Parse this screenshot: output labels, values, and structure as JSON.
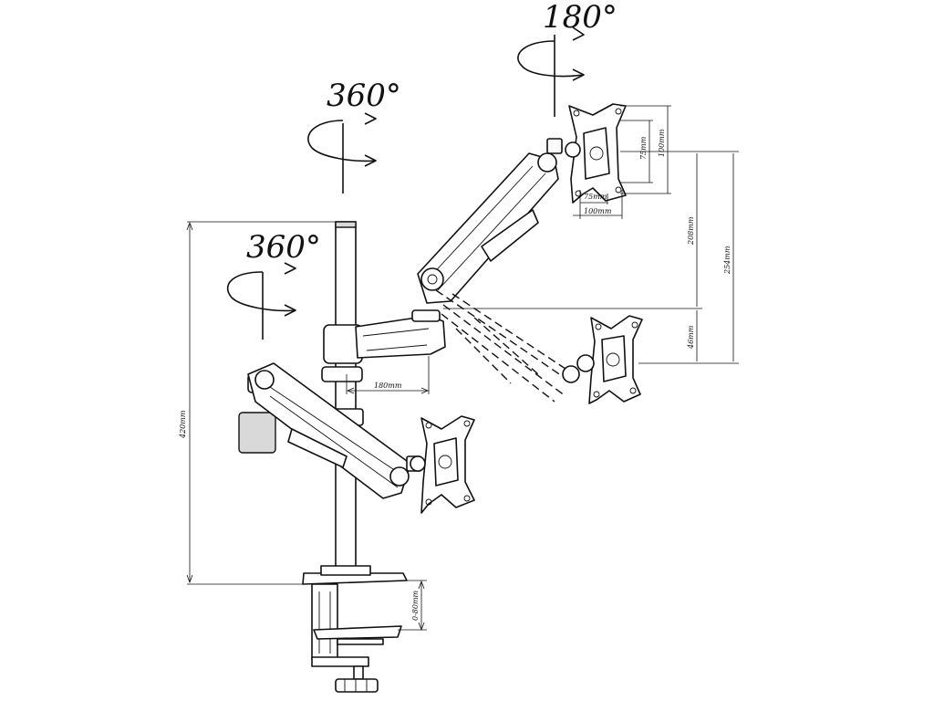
{
  "rotations": {
    "top": "180°",
    "middle": "360°",
    "left": "360°"
  },
  "dimensions": {
    "pole_height": "420mm",
    "arm_offset": "180mm",
    "clamp_range": "0-80mm",
    "vesa_h_75": "75mm",
    "vesa_h_100": "100mm",
    "vesa_v_75": "75mm",
    "vesa_v_100": "100mm",
    "height_208": "208mm",
    "height_254": "254mm",
    "height_46": "46mm"
  }
}
